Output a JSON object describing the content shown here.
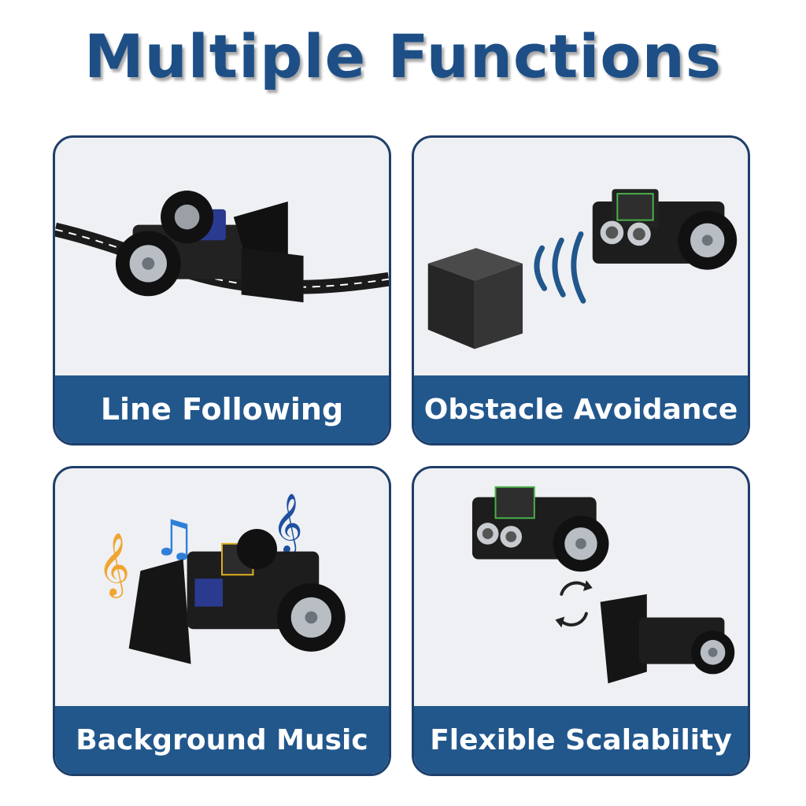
{
  "title": "Multiple Functions",
  "colors": {
    "title": "#1d4f86",
    "label_bar": "#22578c",
    "card_border": "#1f3f6a",
    "card_bg": "#eef0f3"
  },
  "cards": [
    {
      "label": "Line Following",
      "icon": "robot-car-line-track"
    },
    {
      "label": "Obstacle Avoidance",
      "icon": "robot-car-ultrasonic-obstacle"
    },
    {
      "label": "Background Music",
      "icon": "robot-car-music-notes"
    },
    {
      "label": "Flexible Scalability",
      "icon": "robot-car-swap-cycle"
    }
  ]
}
